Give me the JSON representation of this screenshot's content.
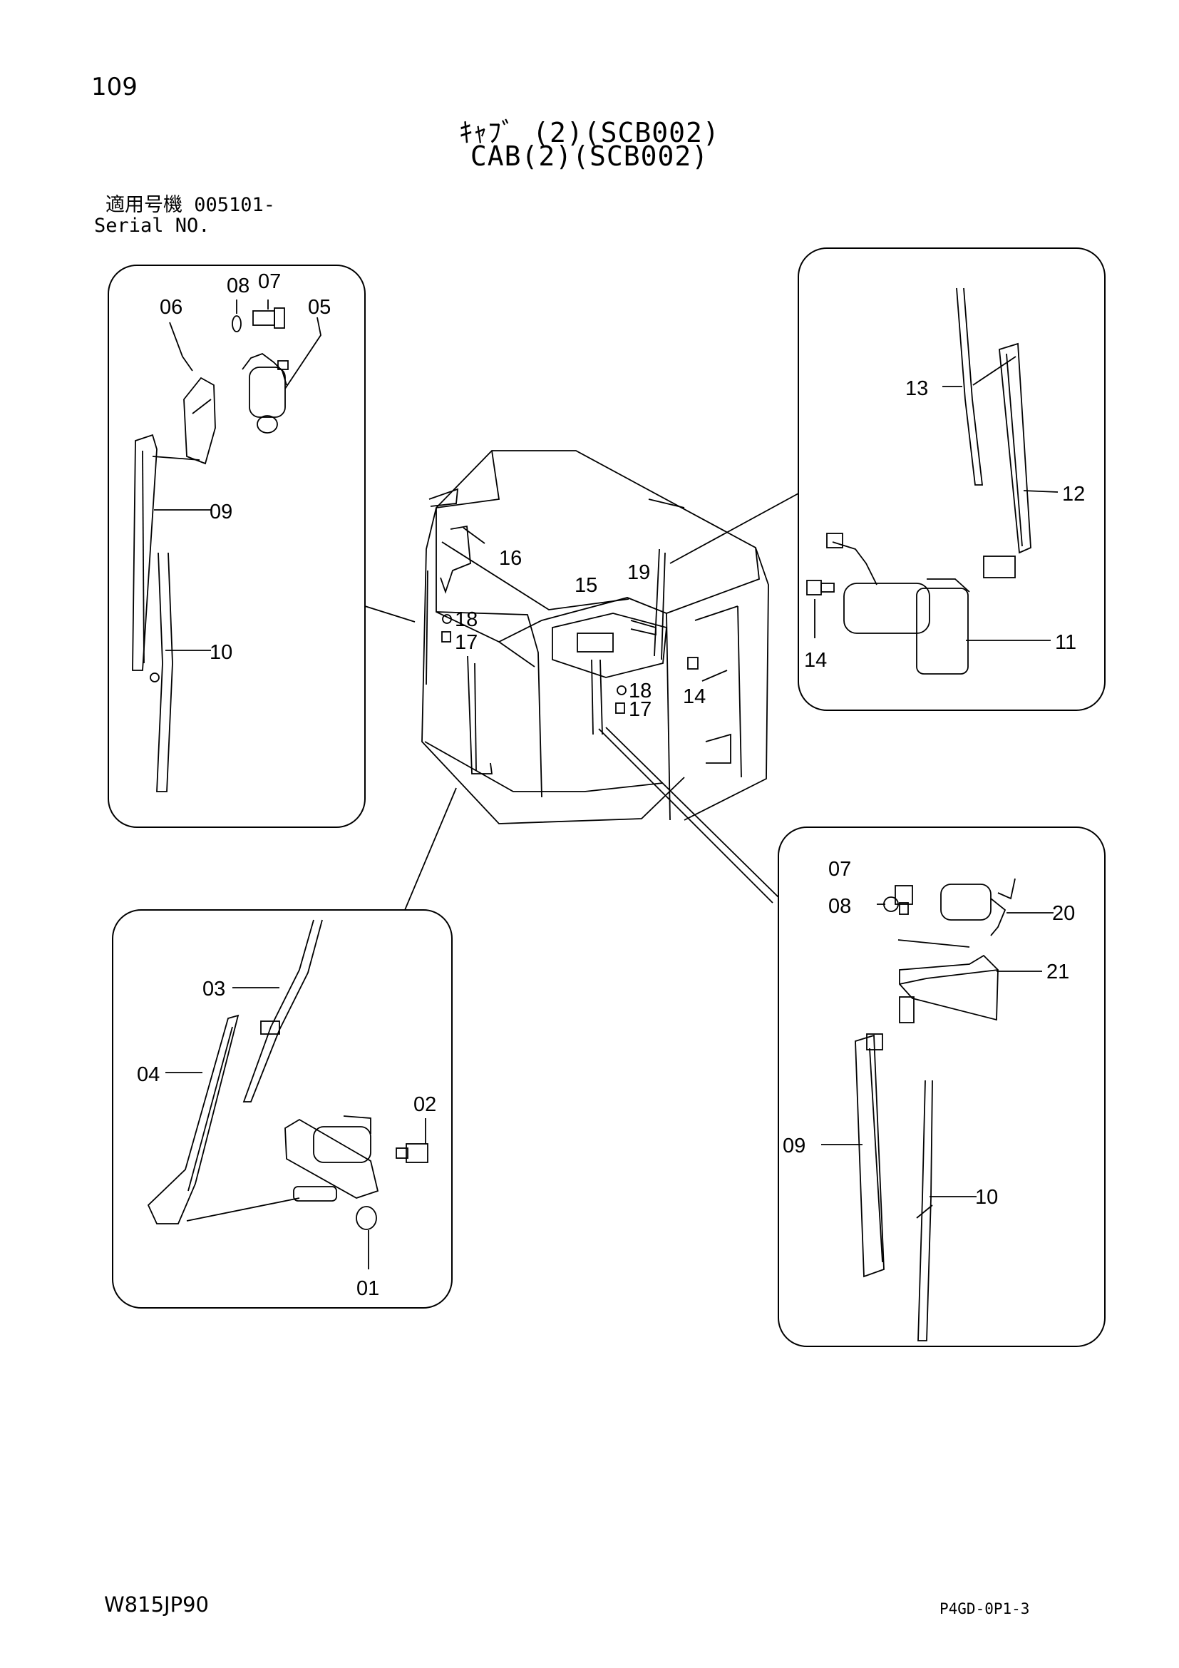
{
  "page_number": "109",
  "title_jp": "ｷｬﾌﾞ (2)(SCB002)",
  "title_en": "CAB(2)(SCB002)",
  "serial_jp": "適用号機 005101-",
  "serial_en": "Serial NO.",
  "footer_left": "W815JP90",
  "footer_right": "P4GD-0P1-3",
  "callouts": {
    "tl": [
      "06",
      "08",
      "07",
      "05",
      "09",
      "10"
    ],
    "tr": [
      "13",
      "12",
      "11",
      "14"
    ],
    "center": [
      "16",
      "18",
      "17",
      "15",
      "19",
      "14",
      "18",
      "17"
    ],
    "bl": [
      "03",
      "04",
      "02",
      "01"
    ],
    "br": [
      "07",
      "08",
      "20",
      "21",
      "09",
      "10"
    ]
  }
}
